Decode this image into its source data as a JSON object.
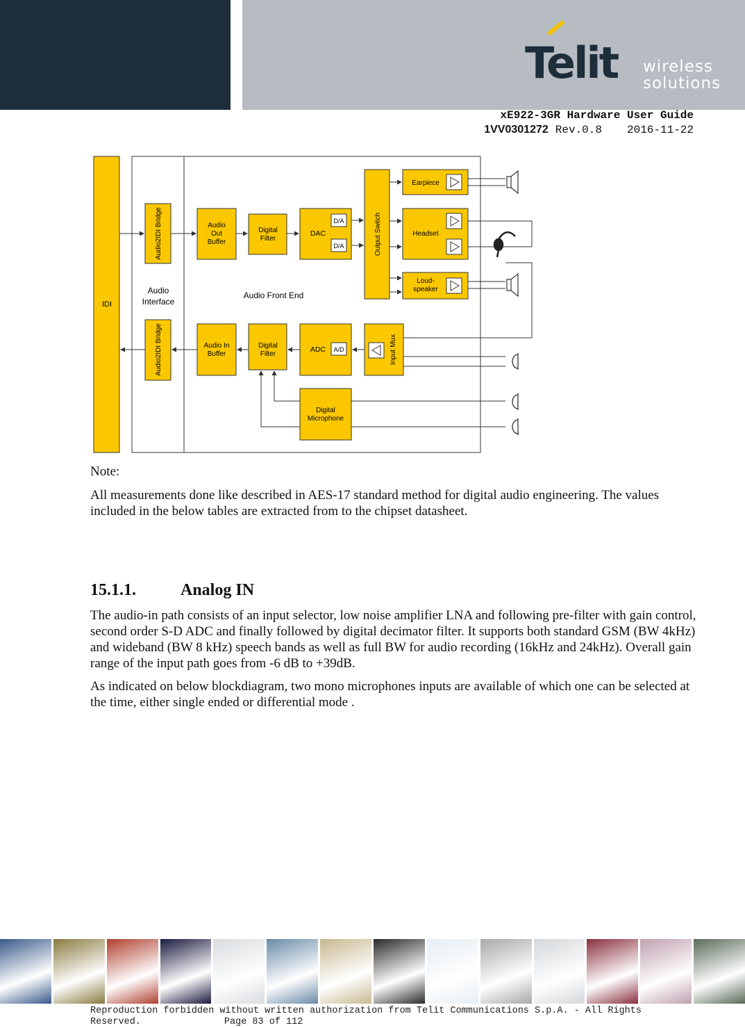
{
  "header": {
    "logo_text": "Telit",
    "logo_tagline_1": "wireless",
    "logo_tagline_2": "solutions",
    "doc_title": "xE922-3GR Hardware User Guide",
    "doc_code": "1VV0301272",
    "doc_rev": "Rev.0.8",
    "doc_date": "2016-11-22"
  },
  "diagram": {
    "idi": "IDI",
    "audio_interface": [
      "Audio",
      "Interface"
    ],
    "bridge_top": "Audio2IDI Bridge",
    "bridge_bottom": "Audio2IDI Bridge",
    "afe": "Audio Front End",
    "audio_out_buffer": [
      "Audio",
      "Out",
      "Buffer"
    ],
    "digital_filter_top": [
      "Digital",
      "Filter"
    ],
    "dac": "DAC",
    "da": "D/A",
    "output_switch": "Output Switch",
    "earpiece": "Earpiece",
    "headset": "Headset",
    "loudspeaker": [
      "Loud-",
      "speaker"
    ],
    "audio_in_buffer": [
      "Audio In",
      "Buffer"
    ],
    "digital_filter_bottom": [
      "Digital",
      "Filter"
    ],
    "adc": "ADC",
    "ad": "A/D",
    "input_mux": "Input Mux",
    "digital_mic": [
      "Digital",
      "Microphone"
    ],
    "colors": {
      "block": "#fbc800",
      "line": "#333333"
    }
  },
  "note": {
    "label": "Note:",
    "text": "All measurements done like described in AES-17 standard method for digital audio engineering. The values included  in the below tables are extracted from to the chipset datasheet."
  },
  "section": {
    "number": "15.1.1.",
    "title": "Analog IN",
    "p1": "The audio-in path consists of an input selector, low noise amplifier LNA and following pre-filter with gain control, second order S-D ADC and finally followed by digital decimator filter. It supports both standard GSM (BW 4kHz) and wideband (BW 8 kHz) speech bands as well as full BW for audio recording (16kHz and 24kHz). Overall gain range of the input path  goes from -6 dB to +39dB.",
    "p2": "As indicated on below blockdiagram, two mono microphones inputs are available of which one can be selected at the time, either single ended or differential mode ."
  },
  "footer": {
    "line1": "Reproduction forbidden without written authorization from Telit Communications S.p.A. - All Rights",
    "line2_a": "Reserved.",
    "line2_b": "Page 83 of 112"
  },
  "footer_strip_colors": [
    "#3a5a8a",
    "#8a7a40",
    "#b04030",
    "#1a1a40",
    "#d8dce0",
    "#6a8aa8",
    "#c8b890",
    "#2a2a2a",
    "#e6eef4",
    "#a8a8a8",
    "#d4d8dc",
    "#8a3040",
    "#c0a0b0",
    "#5a6a5a"
  ]
}
